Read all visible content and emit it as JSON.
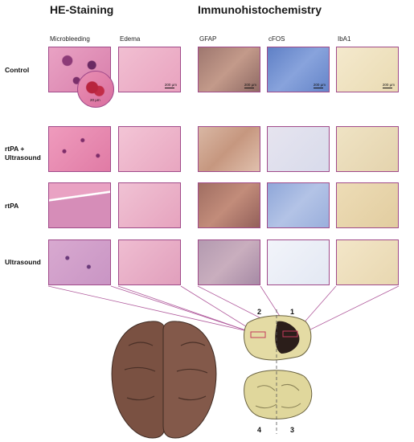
{
  "headers": {
    "he": "HE-Staining",
    "ihc": "Immunohistochemistry"
  },
  "columns": [
    "Microbleeding",
    "Edema",
    "GFAP",
    "cFOS",
    "IbA1"
  ],
  "rows": [
    "Control",
    "rtPA +\nUltrasound",
    "rtPA",
    "Ultrasound"
  ],
  "scale_bar": "200 μm",
  "inset_scale": "20 μm",
  "brain_labels": [
    "1",
    "2",
    "3",
    "4"
  ],
  "stain_colors": {
    "he": "#e37fa6",
    "gfap": "#b58a7d",
    "cfos_control": "#6f8ed0",
    "cfos_other": "#dde3f1",
    "iba1": "#efe2c2",
    "connector": "#b05a9c"
  }
}
